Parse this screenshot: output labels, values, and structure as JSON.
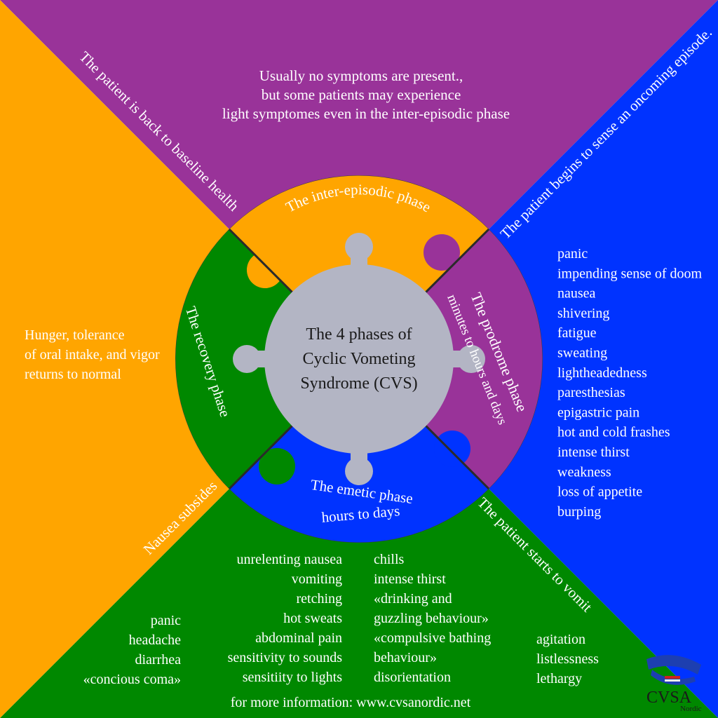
{
  "colors": {
    "purple": "#993399",
    "blue": "#0033ff",
    "green": "#008800",
    "orange": "#ffa500",
    "center": "#b3b5c4"
  },
  "center": {
    "line1": "The 4 phases of",
    "line2": "Cyclic Vometing",
    "line3": "Syndrome (CVS)"
  },
  "phases": {
    "inter": "The inter-episodic phase",
    "prodrome": "The prodrome phase",
    "prodrome_time": "minutes to hours and days",
    "emetic": "The emetic phase",
    "emetic_time": "hours to days",
    "recovery": "The recovery phase"
  },
  "transitions": {
    "top_left": "The patient is back to baseline health",
    "top_right": "The patient begins to sense an oncoming episode.",
    "bottom_right": "The patient starts to vomit",
    "bottom_left": "Nausea subsides"
  },
  "inter_episodic_text": [
    "Usually no symptoms are present.,",
    "but some patients may experience",
    "light symptomes even in the inter-episodic phase"
  ],
  "recovery_text": [
    "Hunger, tolerance",
    "of oral intake, and vigor",
    "returns to normal"
  ],
  "prodrome_symptoms": [
    "panic",
    "impending sense of doom",
    "nausea",
    "shivering",
    "fatigue",
    "sweating",
    "lightheadedness",
    "paresthesias",
    "epigastric pain",
    "hot and cold frashes",
    "intense thirst",
    "weakness",
    "loss of appetite",
    "burping"
  ],
  "emetic_left_symptoms": [
    "panic",
    "headache",
    "diarrhea",
    "«concious coma»"
  ],
  "emetic_mid_symptoms": [
    "unrelenting nausea",
    "vomiting",
    "retching",
    "hot sweats",
    "abdominal pain",
    "sensitivity to sounds",
    "sensitiity to lights"
  ],
  "emetic_right_symptoms": [
    "chills",
    "intense thirst",
    "«drinking and",
    "guzzling behaviour»",
    "«compulsive bathing",
    "behaviour»",
    "disorientation"
  ],
  "emetic_far_symptoms": [
    "agitation",
    "listlessness",
    "lethargy"
  ],
  "footer": "for more information: www.cvsanordic.net",
  "logo": {
    "name": "CVSA",
    "sub": "Nordic"
  }
}
